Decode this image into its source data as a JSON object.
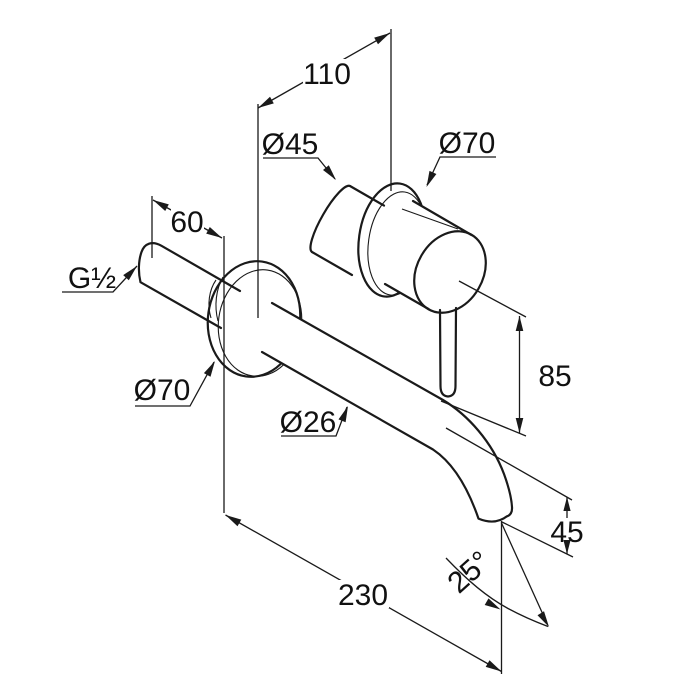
{
  "drawing": {
    "type": "technical-dimension-drawing",
    "subject": "wall-mounted-single-lever-basin-mixer",
    "background": "#ffffff",
    "line_color": "#1a1a1a",
    "labels": {
      "width_110": "110",
      "pipe_60": "60",
      "thread": "G½",
      "handle_dia": "Ø45",
      "handle_rosette_dia": "Ø70",
      "spout_rosette_dia": "Ø70",
      "spout_dia": "Ø26",
      "height_85": "85",
      "drop_45": "45",
      "angle": "25°",
      "projection_230": "230"
    }
  }
}
